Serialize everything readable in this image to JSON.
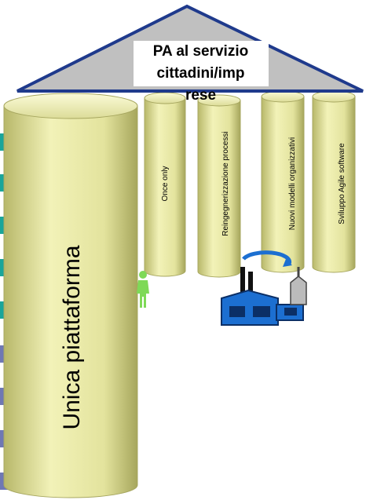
{
  "roof": {
    "title_lines": [
      "PA al servizio",
      "cittadini/imp",
      "rese"
    ]
  },
  "main_pillar": {
    "label": "Unica piattaforma"
  },
  "pillars": [
    {
      "label": "Once only"
    },
    {
      "label": "Reingegnerizzazione processi"
    },
    {
      "label": "Nuovi modelli organizzativi"
    },
    {
      "label": "Sviluppo Agile software"
    }
  ],
  "colors": {
    "roof_fill": "#c0c0c0",
    "roof_stroke": "#1f3a8c",
    "pillar_fill": "#e6e6a3",
    "pillar_shade": "#b9b96c",
    "side_teal": "#1aa59a",
    "side_slate": "#6f78b4",
    "person": "#7ed957",
    "factory_blue": "#1c6fd1"
  },
  "icons": [
    "person-icon",
    "factory-icon"
  ]
}
